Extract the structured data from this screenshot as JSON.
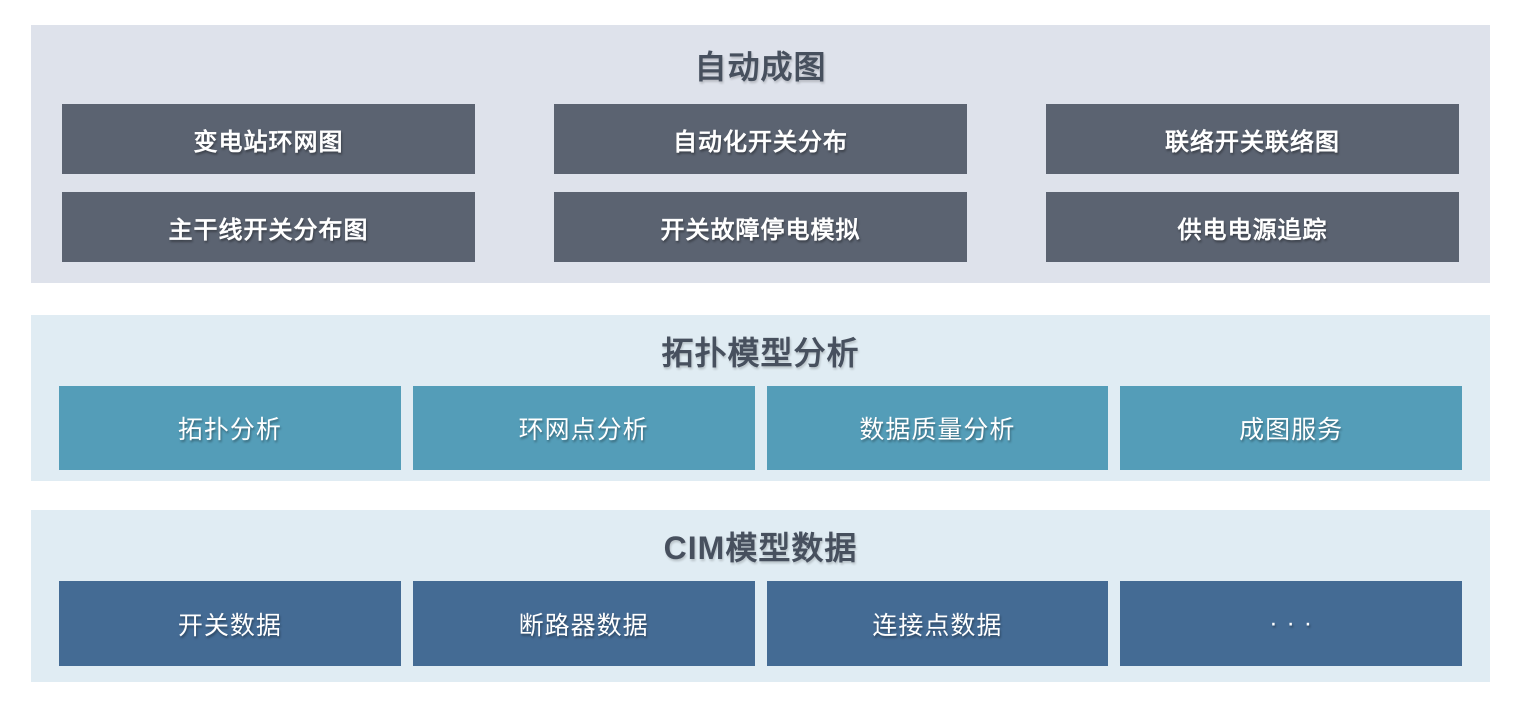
{
  "layers": {
    "top": {
      "title": "自动成图",
      "buttons": [
        "变电站环网图",
        "自动化开关分布",
        "联络开关联络图",
        "主干线开关分布图",
        "开关故障停电模拟",
        "供电电源追踪"
      ]
    },
    "middle": {
      "title": "拓扑模型分析",
      "buttons": [
        "拓扑分析",
        "环网点分析",
        "数据质量分析",
        "成图服务"
      ]
    },
    "bottom": {
      "title": "CIM模型数据",
      "buttons": [
        "开关数据",
        "断路器数据",
        "连接点数据",
        "· · ·"
      ]
    }
  },
  "colors": {
    "page_background": "#ffffff",
    "top_layer_background": "#dee2eb",
    "top_block": "#5b6371",
    "analysis_layer_background": "#e0ecf3",
    "analysis_block": "#549db8",
    "data_layer_background": "#e0ecf3",
    "data_block": "#446b94",
    "title_text": "#47505e",
    "block_text": "#ffffff"
  }
}
